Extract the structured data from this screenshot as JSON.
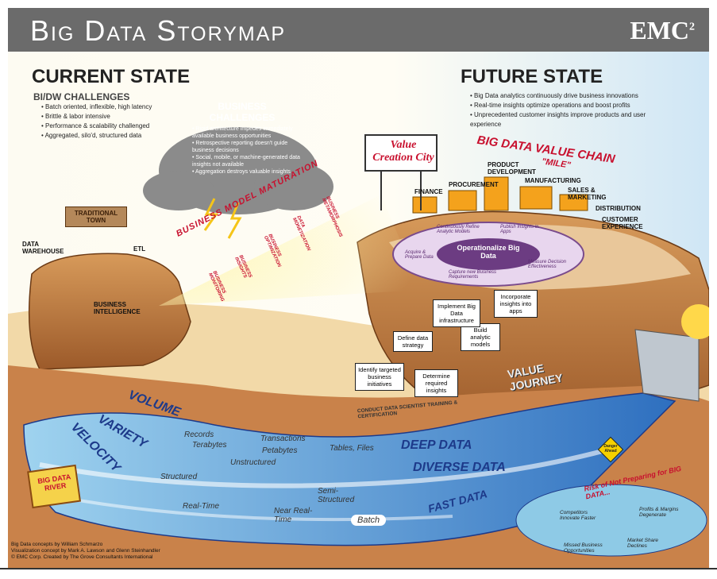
{
  "header": {
    "title": "Big Data Storymap",
    "brand": "EMC",
    "brand_sup": "2"
  },
  "current_state": {
    "title": "CURRENT STATE",
    "subtitle": "BI/DW CHALLENGES",
    "bullets": [
      "Batch oriented, inflexible, high latency",
      "Brittle & labor intensive",
      "Performance & scalability challenged",
      "Aggregated, silo'd, structured data"
    ]
  },
  "future_state": {
    "title": "FUTURE STATE",
    "bullets": [
      "Big Data analytics continuously drive business innovations",
      "Real-time insights optimize operations and boost profits",
      "Unprecedented customer insights improve products and user experience"
    ]
  },
  "business_challenges": {
    "title": "BUSINESS CHALLENGES",
    "bullets": [
      "Rigid architecture impedes immediately available business opportunities",
      "Retrospective reporting doesn't guide business decisions",
      "Social, mobile, or machine-generated data insights not available",
      "Aggregation destroys valuable insights"
    ]
  },
  "town": {
    "sign": "TRADITIONAL TOWN",
    "data_warehouse": "DATA WAREHOUSE",
    "etl": "ETL",
    "business_intelligence": "BUSINESS INTELLIGENCE"
  },
  "maturation": {
    "label": "BUSINESS MODEL MATURATION",
    "stages": [
      "BUSINESS MONITORING",
      "BUSINESS INSIGHTS",
      "BUSINESS OPTIMIZATION",
      "DATA MONETIZATION",
      "BUSINESS METAMORPHOSIS"
    ]
  },
  "value_chain": {
    "billboard": "Value Creation City",
    "title": "BIG DATA VALUE CHAIN",
    "mile": "\"MILE\"",
    "labels": [
      "FINANCE",
      "PROCUREMENT",
      "PRODUCT DEVELOPMENT",
      "MANUFACTURING",
      "SALES & MARKETING",
      "DISTRIBUTION",
      "CUSTOMER EXPERIENCE"
    ]
  },
  "ring": {
    "center": "Operationalize Big Data",
    "items": [
      "Continuously Refine Analytic Models",
      "Publish Insights in Apps",
      "Acquire & Prepare Data",
      "Capture new Business Requirements",
      "Measure Decision Effectiveness"
    ]
  },
  "journey": {
    "label": "VALUE JOURNEY",
    "steps": [
      "Identify targeted business initiatives",
      "Determine required insights",
      "Define data strategy",
      "Build analytic models",
      "Implement Big Data infrastructure",
      "Incorporate insights into apps"
    ],
    "training": "CONDUCT DATA SCIENTIST TRAINING & CERTIFICATION"
  },
  "river": {
    "sign": "BIG DATA RIVER",
    "volume": "VOLUME",
    "variety": "VARIETY",
    "velocity": "VELOCITY",
    "records": "Records",
    "terabytes": "Terabytes",
    "transactions": "Transactions",
    "petabytes": "Petabytes",
    "tables_files": "Tables, Files",
    "structured": "Structured",
    "unstructured": "Unstructured",
    "semi_structured": "Semi-Structured",
    "real_time": "Real-Time",
    "near_real_time": "Near Real-Time",
    "batch": "Batch",
    "deep_data": "DEEP DATA",
    "diverse_data": "DIVERSE DATA",
    "fast_data": "FAST DATA"
  },
  "risk": {
    "title": "Risk of Not Preparing for BIG DATA...",
    "items": [
      "Competitors Innovate Faster",
      "Missed Business Opportunities",
      "Market Share Declines",
      "Profits & Margins Degenerate"
    ],
    "sign": "Danger Ahead"
  },
  "credits": [
    "Big Data concepts by William Schmarzo",
    "Visualization concept by Mark A. Lawson and Glenn Steinhandler",
    "© EMC Corp. Created by The Grove Consultants International"
  ]
}
